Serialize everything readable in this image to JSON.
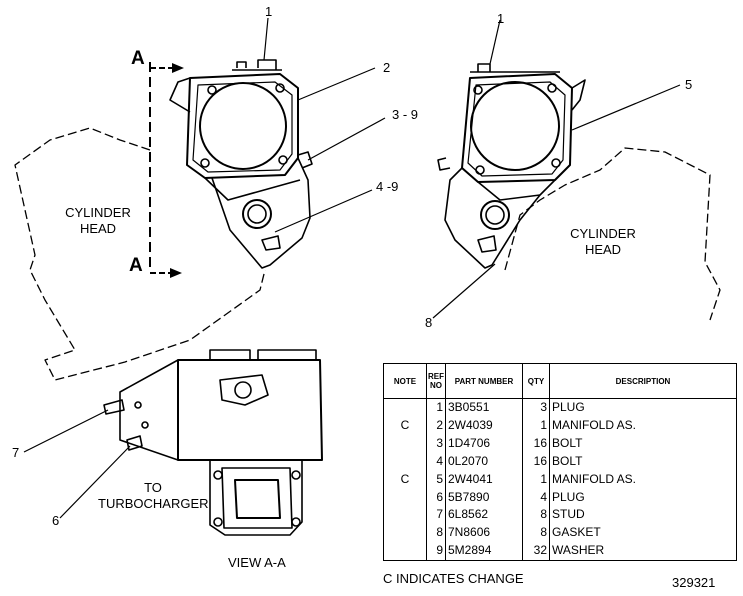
{
  "labels": {
    "callout_1_left": "1",
    "callout_1_right": "1",
    "callout_2": "2",
    "callout_3_9": "3 - 9",
    "callout_4_9": "4 -9",
    "callout_5": "5",
    "callout_6": "6",
    "callout_7": "7",
    "callout_8": "8",
    "section_a_top": "A",
    "section_a_bottom": "A",
    "cylinder_head_left_1": "CYLINDER",
    "cylinder_head_left_2": "HEAD",
    "cylinder_head_right_1": "CYLINDER",
    "cylinder_head_right_2": "HEAD",
    "to_turbo_1": "TO",
    "to_turbo_2": "TURBOCHARGER",
    "view_aa": "VIEW  A-A",
    "legend_note": "C    INDICATES  CHANGE",
    "drawing_number": "329321"
  },
  "parts_table": {
    "headers": {
      "note": "NOTE",
      "ref": "REF NO",
      "part_number": "PART NUMBER",
      "qty": "QTY",
      "description": "DESCRIPTION"
    },
    "rows": [
      {
        "note": "",
        "ref": "1",
        "part": "3B0551",
        "qty": "3",
        "desc": "PLUG"
      },
      {
        "note": "C",
        "ref": "2",
        "part": "2W4039",
        "qty": "1",
        "desc": "MANIFOLD  AS."
      },
      {
        "note": "",
        "ref": "3",
        "part": "1D4706",
        "qty": "16",
        "desc": "BOLT"
      },
      {
        "note": "",
        "ref": "4",
        "part": "0L2070",
        "qty": "16",
        "desc": "BOLT"
      },
      {
        "note": "C",
        "ref": "5",
        "part": "2W4041",
        "qty": "1",
        "desc": "MANIFOLD  AS."
      },
      {
        "note": "",
        "ref": "6",
        "part": "5B7890",
        "qty": "4",
        "desc": "PLUG"
      },
      {
        "note": "",
        "ref": "7",
        "part": "6L8562",
        "qty": "8",
        "desc": "STUD"
      },
      {
        "note": "",
        "ref": "8",
        "part": "7N8606",
        "qty": "8",
        "desc": "GASKET"
      },
      {
        "note": "",
        "ref": "9",
        "part": "5M2894",
        "qty": "32",
        "desc": "WASHER"
      }
    ]
  }
}
